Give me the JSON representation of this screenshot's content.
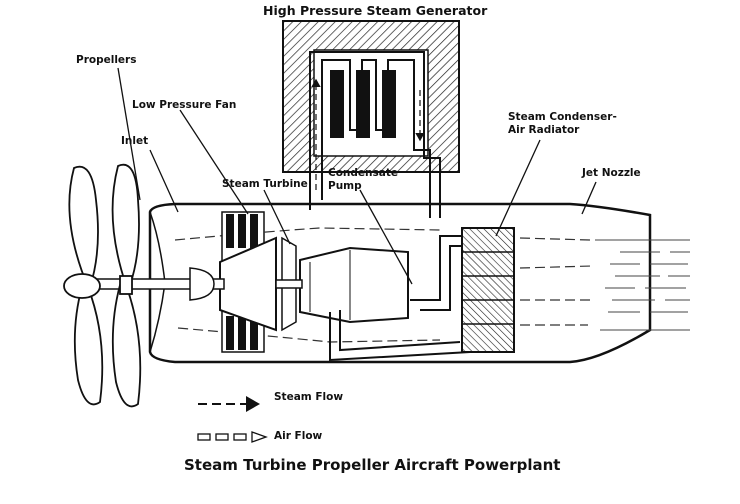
{
  "title": "High Pressure Steam Generator",
  "caption": "Steam Turbine Propeller Aircraft Powerplant",
  "labels": {
    "propellers": "Propellers",
    "low_pressure_fan": "Low Pressure Fan",
    "inlet": "Inlet",
    "steam_turbine": "Steam Turbine",
    "condensate_pump": "Condensate Pump",
    "condenser": "Steam Condenser-Air Radiator",
    "jet_nozzle": "Jet Nozzle"
  },
  "legend": {
    "steam_flow": "Steam Flow",
    "air_flow": "Air Flow"
  }
}
